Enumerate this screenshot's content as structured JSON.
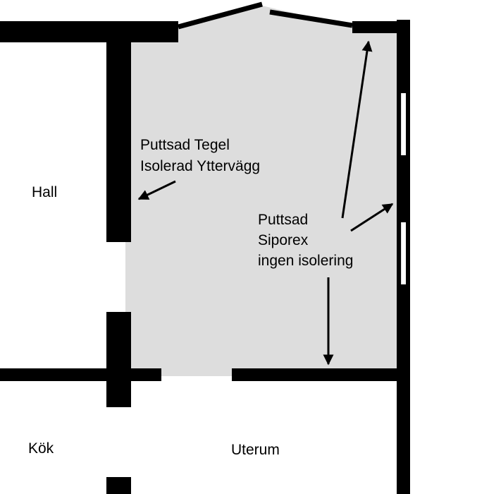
{
  "colors": {
    "background": "#ffffff",
    "room_fill": "#dddddd",
    "wall": "#000000",
    "text": "#000000"
  },
  "rooms": {
    "hall": "Hall",
    "kok": "Kök",
    "uterum": "Uterum"
  },
  "annotations": {
    "brick_wall": {
      "line1": "Puttsad Tegel",
      "line2": "Isolerad Yttervägg"
    },
    "siporex_wall": {
      "line1": "Puttsad",
      "line2": "Siporex",
      "line3": "ingen isolering"
    }
  }
}
